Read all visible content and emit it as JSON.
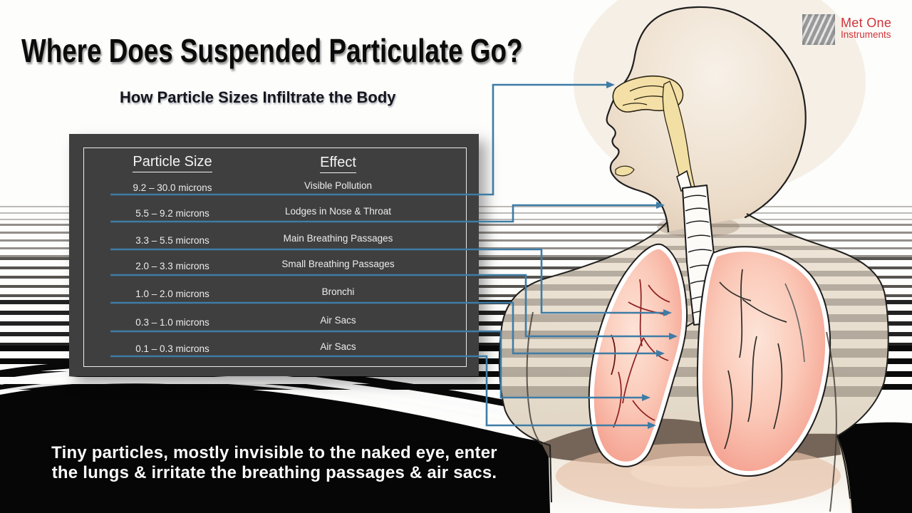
{
  "header": {
    "title": "Where Does Suspended Particulate Go?",
    "subtitle": "How Particle Sizes Infiltrate the Body"
  },
  "logo": {
    "line1": "Met One",
    "line2": "Instruments"
  },
  "table": {
    "col1_header": "Particle Size",
    "col2_header": "Effect",
    "rows": [
      {
        "size": "9.2 – 30.0 microns",
        "effect": "Visible Pollution"
      },
      {
        "size": "5.5 – 9.2 microns",
        "effect": "Lodges in Nose & Throat"
      },
      {
        "size": "3.3 – 5.5 microns",
        "effect": "Main Breathing Passages"
      },
      {
        "size": "2.0 – 3.3 microns",
        "effect": "Small Breathing Passages"
      },
      {
        "size": "1.0 – 2.0 microns",
        "effect": "Bronchi"
      },
      {
        "size": "0.3 – 1.0 microns",
        "effect": "Air Sacs"
      },
      {
        "size": "0.1 – 0.3 microns",
        "effect": "Air Sacs"
      }
    ]
  },
  "footer": {
    "line1": "Tiny particles, mostly invisible to the naked eye, enter",
    "line2": "the lungs & irritate the breathing passages & air sacs."
  },
  "colors": {
    "accent_blue": "#3e7ca6",
    "logo_red": "#cf3238",
    "table_bg": "#3f3f3f",
    "lung_pink": "#f49c8b",
    "skin_beige": "#e8ddcd"
  }
}
